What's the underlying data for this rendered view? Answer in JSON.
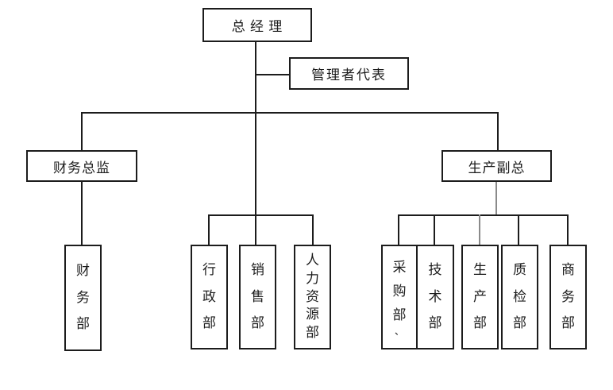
{
  "chart": {
    "type": "org-chart",
    "root": {
      "label": "总 经 理"
    },
    "staff": {
      "label": "管理者代表"
    },
    "level2": [
      {
        "id": "finance-director",
        "label": "财务总监"
      },
      {
        "id": "production-vp",
        "label": "生产副总"
      }
    ],
    "departments": [
      {
        "id": "finance-dept",
        "label": "财务部",
        "parent": "finance-director"
      },
      {
        "id": "admin-dept",
        "label": "行政部",
        "parent": "root"
      },
      {
        "id": "sales-dept",
        "label": "销售部",
        "parent": "root"
      },
      {
        "id": "hr-dept",
        "label": "人力资源部",
        "parent": "root"
      },
      {
        "id": "procurement-dept",
        "label": "采购部、",
        "parent": "production-vp"
      },
      {
        "id": "tech-dept",
        "label": "技术部",
        "parent": "production-vp"
      },
      {
        "id": "production-dept",
        "label": "生产部",
        "parent": "production-vp"
      },
      {
        "id": "quality-dept",
        "label": "质检部",
        "parent": "production-vp"
      },
      {
        "id": "commerce-dept",
        "label": "商务部",
        "parent": "production-vp"
      }
    ],
    "colors": {
      "line": "#1c1c1c",
      "line_gray": "#8a8a8a",
      "background": "#ffffff",
      "text": "#1c1c1c"
    }
  }
}
